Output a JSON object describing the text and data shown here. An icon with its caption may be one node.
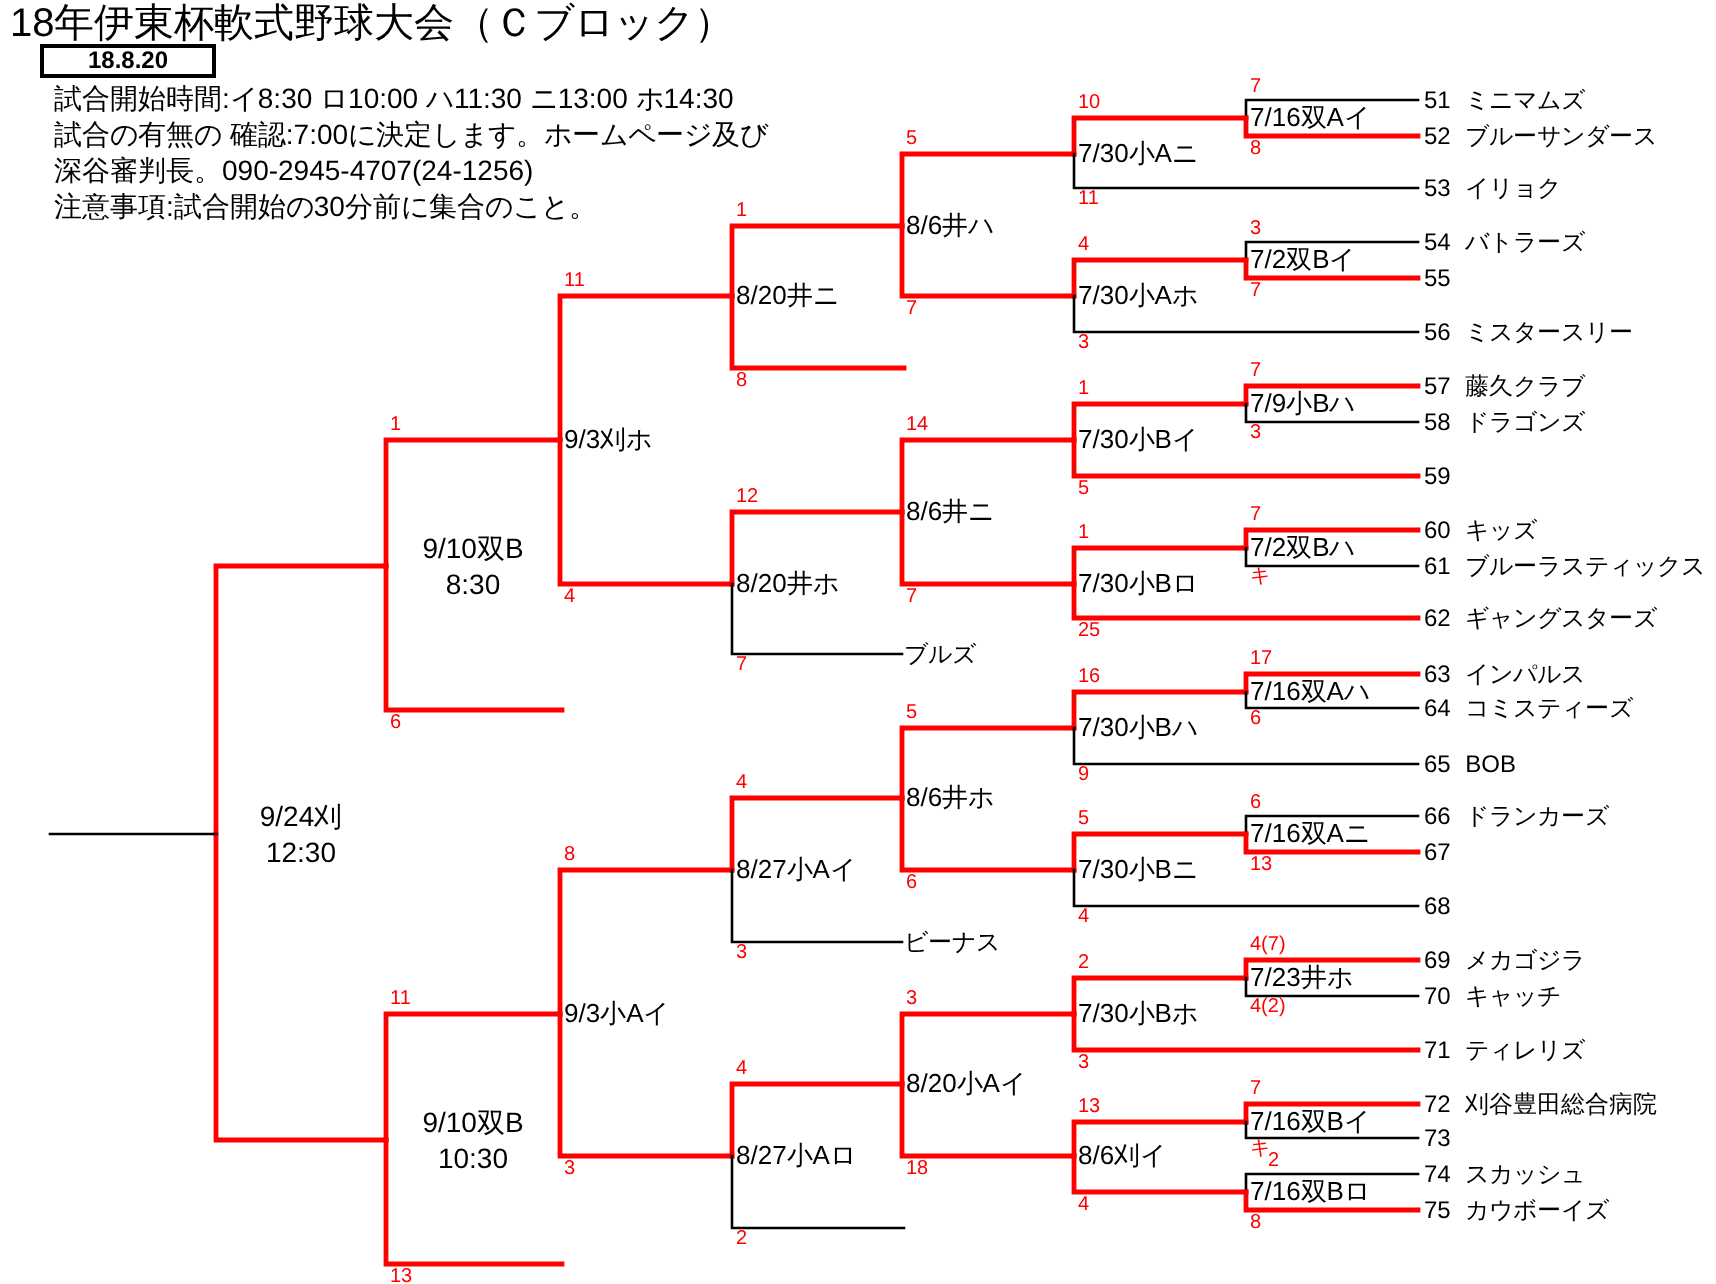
{
  "diagram": {
    "title": "18年伊東杯軟式野球大会（Ｃブロック）",
    "nodes": [
      {
        "text": [
          "18.8.20"
        ]
      },
      {
        "text": [
          "9/24刈 12:30"
        ]
      },
      {
        "text": [
          "9/10双B 8:30"
        ]
      },
      {
        "text": [
          "9/10双B 10:30"
        ]
      },
      {
        "text": [
          "9/3刈ホ"
        ]
      },
      {
        "text": [
          "9/3小Aイ"
        ]
      },
      {
        "text": [
          "8/20井ニ"
        ]
      },
      {
        "text": [
          "8/20井ホ"
        ]
      },
      {
        "text": [
          "8/27小Aイ"
        ]
      },
      {
        "text": [
          "8/27小Aロ"
        ]
      },
      {
        "text": [
          "8/6井ハ"
        ]
      },
      {
        "text": [
          "8/6井ニ"
        ]
      },
      {
        "text": [
          "8/6井ホ"
        ]
      },
      {
        "text": [
          "8/20小Aイ"
        ]
      },
      {
        "text": [
          "7/30小Aニ"
        ]
      },
      {
        "text": [
          "7/30小Aホ"
        ]
      },
      {
        "text": [
          "7/30小Bイ"
        ]
      },
      {
        "text": [
          "7/30小Bロ"
        ]
      },
      {
        "text": [
          "7/30小Bハ"
        ]
      },
      {
        "text": [
          "7/30小Bニ"
        ]
      },
      {
        "text": [
          "7/30小Bホ"
        ]
      },
      {
        "text": [
          "8/6刈イ"
        ]
      },
      {
        "text": [
          "7/16双Aイ"
        ]
      },
      {
        "text": [
          "7/2双Bイ"
        ]
      },
      {
        "text": [
          "7/9小Bハ"
        ]
      },
      {
        "text": [
          "7/2双Bハ"
        ]
      },
      {
        "text": [
          "7/16双Aハ"
        ]
      },
      {
        "text": [
          "7/16双Aニ"
        ]
      },
      {
        "text": [
          "7/23井ホ"
        ]
      },
      {
        "text": [
          "7/16双Bイ"
        ]
      },
      {
        "text": [
          "7/16双Bロ"
        ]
      },
      {
        "text": [
          "ブルズ"
        ]
      },
      {
        "text": [
          "ビーナス"
        ]
      },
      {
        "text": [
          "51 ミニマムズ"
        ]
      },
      {
        "text": [
          "52 ブルーサンダース"
        ]
      },
      {
        "text": [
          "53 イリョク"
        ]
      },
      {
        "text": [
          "54 バトラーズ"
        ]
      },
      {
        "text": [
          "55"
        ]
      },
      {
        "text": [
          "56 ミスタースリー"
        ]
      },
      {
        "text": [
          "57 藤久クラブ"
        ]
      },
      {
        "text": [
          "58 ドラゴンズ"
        ]
      },
      {
        "text": [
          "59"
        ]
      },
      {
        "text": [
          "60 キッズ"
        ]
      },
      {
        "text": [
          "61 ブルーラスティックス"
        ]
      },
      {
        "text": [
          "62 ギャングスターズ"
        ]
      },
      {
        "text": [
          "63 インパルス"
        ]
      },
      {
        "text": [
          "64 コミスティーズ"
        ]
      },
      {
        "text": [
          "65 BOB"
        ]
      },
      {
        "text": [
          "66 ドランカーズ"
        ]
      },
      {
        "text": [
          "67"
        ]
      },
      {
        "text": [
          "68"
        ]
      },
      {
        "text": [
          "69 メカゴジラ"
        ]
      },
      {
        "text": [
          "70 キャッチ"
        ]
      },
      {
        "text": [
          "71 ティレリズ"
        ]
      },
      {
        "text": [
          "72 刈谷豊田総合病院"
        ]
      },
      {
        "text": [
          "73"
        ]
      },
      {
        "text": [
          "74 スカッシュ"
        ]
      },
      {
        "text": [
          "75 カウボーイズ"
        ]
      }
    ],
    "edges": [
      {
        "from": 2,
        "to": 1,
        "arrow": "none"
      },
      {
        "from": 3,
        "to": 1,
        "arrow": "none"
      },
      {
        "from": 1,
        "to": null,
        "arrow": "none",
        "color": "#000000"
      },
      {
        "from": 4,
        "to": 2,
        "arrow": "none",
        "label": "1"
      },
      {
        "from": null,
        "to": 2,
        "arrow": "none",
        "label": "6"
      },
      {
        "from": 5,
        "to": 3,
        "arrow": "none",
        "label": "11"
      },
      {
        "from": null,
        "to": 3,
        "arrow": "none",
        "label": "13"
      },
      {
        "from": 6,
        "to": 4,
        "arrow": "none",
        "label": "11"
      },
      {
        "from": 7,
        "to": 4,
        "arrow": "none",
        "label": "4"
      },
      {
        "from": 8,
        "to": 5,
        "arrow": "none",
        "label": "8"
      },
      {
        "from": 9,
        "to": 5,
        "arrow": "none",
        "label": "3"
      },
      {
        "from": 10,
        "to": 6,
        "arrow": "none",
        "label": "1"
      },
      {
        "from": null,
        "to": 6,
        "arrow": "none",
        "label": "8"
      },
      {
        "from": 11,
        "to": 7,
        "arrow": "none",
        "label": "12"
      },
      {
        "from": 31,
        "to": 7,
        "arrow": "none",
        "label": "7",
        "color": "#000000"
      },
      {
        "from": 12,
        "to": 8,
        "arrow": "none",
        "label": "4"
      },
      {
        "from": 32,
        "to": 8,
        "arrow": "none",
        "label": "3",
        "color": "#000000"
      },
      {
        "from": 13,
        "to": 9,
        "arrow": "none",
        "label": "4"
      },
      {
        "from": null,
        "to": 9,
        "arrow": "none",
        "label": "2",
        "color": "#000000"
      },
      {
        "from": 14,
        "to": 10,
        "arrow": "none",
        "label": "5"
      },
      {
        "from": 15,
        "to": 10,
        "arrow": "none",
        "label": "7"
      },
      {
        "from": 16,
        "to": 11,
        "arrow": "none",
        "label": "14"
      },
      {
        "from": 17,
        "to": 11,
        "arrow": "none",
        "label": "7"
      },
      {
        "from": 18,
        "to": 12,
        "arrow": "none",
        "label": "5"
      },
      {
        "from": 19,
        "to": 12,
        "arrow": "none",
        "label": "6"
      },
      {
        "from": 20,
        "to": 13,
        "arrow": "none",
        "label": "3"
      },
      {
        "from": 21,
        "to": 13,
        "arrow": "none",
        "label": "18"
      },
      {
        "from": 22,
        "to": 14,
        "arrow": "none",
        "label": "10"
      },
      {
        "from": 35,
        "to": 14,
        "arrow": "none",
        "label": "11",
        "color": "#000000"
      },
      {
        "from": 23,
        "to": 15,
        "arrow": "none",
        "label": "4"
      },
      {
        "from": 38,
        "to": 15,
        "arrow": "none",
        "label": "3",
        "color": "#000000"
      },
      {
        "from": 24,
        "to": 16,
        "arrow": "none",
        "label": "1"
      },
      {
        "from": 41,
        "to": 16,
        "arrow": "none",
        "label": "5"
      },
      {
        "from": 25,
        "to": 17,
        "arrow": "none",
        "label": "1"
      },
      {
        "from": 44,
        "to": 17,
        "arrow": "none",
        "label": "25"
      },
      {
        "from": 26,
        "to": 18,
        "arrow": "none",
        "label": "16"
      },
      {
        "from": 47,
        "to": 18,
        "arrow": "none",
        "label": "9",
        "color": "#000000"
      },
      {
        "from": 27,
        "to": 19,
        "arrow": "none",
        "label": "5"
      },
      {
        "from": 50,
        "to": 19,
        "arrow": "none",
        "label": "4",
        "color": "#000000"
      },
      {
        "from": 28,
        "to": 20,
        "arrow": "none",
        "label": "2"
      },
      {
        "from": 53,
        "to": 20,
        "arrow": "none",
        "label": "3"
      },
      {
        "from": 29,
        "to": 21,
        "arrow": "none",
        "label": "13"
      },
      {
        "from": 30,
        "to": 21,
        "arrow": "none",
        "label": "4"
      },
      {
        "from": 33,
        "to": 22,
        "arrow": "none",
        "label": "7",
        "color": "#000000"
      },
      {
        "from": 34,
        "to": 22,
        "arrow": "none",
        "label": "8"
      },
      {
        "from": 36,
        "to": 23,
        "arrow": "none",
        "label": "3",
        "color": "#000000"
      },
      {
        "from": 37,
        "to": 23,
        "arrow": "none",
        "label": "7"
      },
      {
        "from": 39,
        "to": 24,
        "arrow": "none",
        "label": "7"
      },
      {
        "from": 40,
        "to": 24,
        "arrow": "none",
        "label": "3",
        "color": "#000000"
      },
      {
        "from": 42,
        "to": 25,
        "arrow": "none",
        "label": "7"
      },
      {
        "from": 43,
        "to": 25,
        "arrow": "none",
        "label": "キ",
        "color": "#000000"
      },
      {
        "from": 45,
        "to": 26,
        "arrow": "none",
        "label": "17"
      },
      {
        "from": 46,
        "to": 26,
        "arrow": "none",
        "label": "6",
        "color": "#000000"
      },
      {
        "from": 48,
        "to": 27,
        "arrow": "none",
        "label": "6",
        "color": "#000000"
      },
      {
        "from": 49,
        "to": 27,
        "arrow": "none",
        "label": "13"
      },
      {
        "from": 51,
        "to": 28,
        "arrow": "none",
        "label": "4(7)"
      },
      {
        "from": 52,
        "to": 28,
        "arrow": "none",
        "label": "4(2)",
        "color": "#000000"
      },
      {
        "from": 54,
        "to": 29,
        "arrow": "none",
        "label": "7"
      },
      {
        "from": 55,
        "to": 29,
        "arrow": "none",
        "label": "キ",
        "color": "#000000"
      },
      {
        "from": 56,
        "to": 30,
        "arrow": "none",
        "label": "2",
        "color": "#000000"
      },
      {
        "from": 57,
        "to": 30,
        "arrow": "none",
        "label": "8"
      }
    ],
    "labels": [
      "試合開始時間:イ8:30 ロ10:00 ハ11:30 ニ13:00 ホ14:30",
      "試合の有無の 確認:7:00に決定します。ホームページ及び深谷審判長。090-2945-4707(24-1256)",
      "注意事項:試合開始の30分前に集合のこと。"
    ]
  }
}
